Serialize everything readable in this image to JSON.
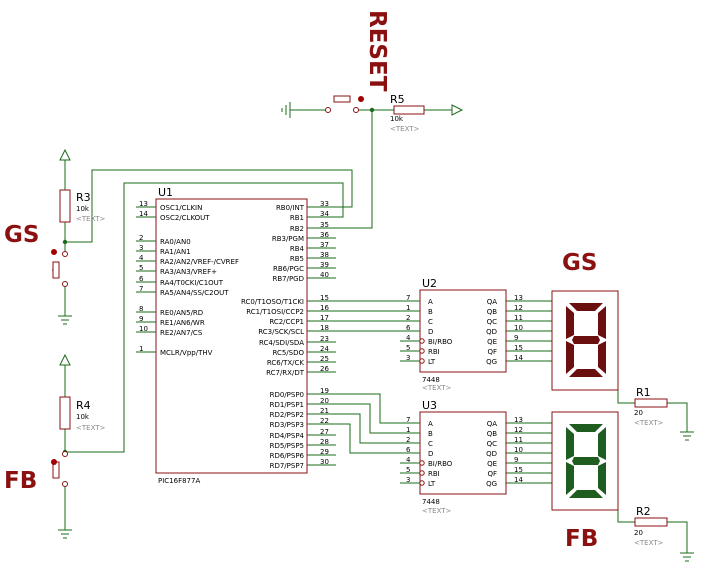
{
  "colors": {
    "wire": "#1a6b1a",
    "component": "#8b1010",
    "body_fill": "#ffffff",
    "text": "#000000",
    "placeholder": "#888888",
    "seg_gs_on": "#6b0f0f",
    "seg_fb_on": "#1f5c1f",
    "seg_case": "#ffffff"
  },
  "labels": {
    "reset": "RESET",
    "gs_left": "GS",
    "fb_left": "FB",
    "gs_display": "GS",
    "fb_display": "FB"
  },
  "u1": {
    "ref": "U1",
    "part": "PIC16F877A",
    "left_pins": [
      {
        "num": "13",
        "name": "OSC1/CLKIN"
      },
      {
        "num": "14",
        "name": "OSC2/CLKOUT"
      },
      {
        "num": "2",
        "name": "RA0/AN0"
      },
      {
        "num": "3",
        "name": "RA1/AN1"
      },
      {
        "num": "4",
        "name": "RA2/AN2/VREF-/CVREF"
      },
      {
        "num": "5",
        "name": "RA3/AN3/VREF+"
      },
      {
        "num": "6",
        "name": "RA4/T0CKI/C1OUT"
      },
      {
        "num": "7",
        "name": "RA5/AN4/SS/C2OUT"
      },
      {
        "num": "8",
        "name": "RE0/AN5/RD"
      },
      {
        "num": "9",
        "name": "RE1/AN6/WR"
      },
      {
        "num": "10",
        "name": "RE2/AN7/CS"
      },
      {
        "num": "1",
        "name": "MCLR/Vpp/THV"
      }
    ],
    "right_pins": [
      {
        "num": "33",
        "name": "RB0/INT"
      },
      {
        "num": "34",
        "name": "RB1"
      },
      {
        "num": "35",
        "name": "RB2"
      },
      {
        "num": "36",
        "name": "RB3/PGM"
      },
      {
        "num": "37",
        "name": "RB4"
      },
      {
        "num": "38",
        "name": "RB5"
      },
      {
        "num": "39",
        "name": "RB6/PGC"
      },
      {
        "num": "40",
        "name": "RB7/PGD"
      },
      {
        "num": "15",
        "name": "RC0/T1OSO/T1CKI"
      },
      {
        "num": "16",
        "name": "RC1/T1OSI/CCP2"
      },
      {
        "num": "17",
        "name": "RC2/CCP1"
      },
      {
        "num": "18",
        "name": "RC3/SCK/SCL"
      },
      {
        "num": "23",
        "name": "RC4/SDI/SDA"
      },
      {
        "num": "24",
        "name": "RC5/SDO"
      },
      {
        "num": "25",
        "name": "RC6/TX/CK"
      },
      {
        "num": "26",
        "name": "RC7/RX/DT"
      },
      {
        "num": "19",
        "name": "RD0/PSP0"
      },
      {
        "num": "20",
        "name": "RD1/PSP1"
      },
      {
        "num": "21",
        "name": "RD2/PSP2"
      },
      {
        "num": "22",
        "name": "RD3/PSP3"
      },
      {
        "num": "27",
        "name": "RD4/PSP4"
      },
      {
        "num": "28",
        "name": "RD5/PSP5"
      },
      {
        "num": "29",
        "name": "RD6/PSP6"
      },
      {
        "num": "30",
        "name": "RD7/PSP7"
      }
    ]
  },
  "decoders": [
    {
      "ref": "U2",
      "part": "7448",
      "placeholder": "<TEXT>",
      "left_pins": [
        {
          "num": "7",
          "name": "A"
        },
        {
          "num": "1",
          "name": "B"
        },
        {
          "num": "2",
          "name": "C"
        },
        {
          "num": "6",
          "name": "D"
        },
        {
          "num": "4",
          "name": "BI/RBO"
        },
        {
          "num": "5",
          "name": "RBI"
        },
        {
          "num": "3",
          "name": "LT"
        }
      ],
      "right_pins": [
        {
          "num": "13",
          "name": "QA"
        },
        {
          "num": "12",
          "name": "QB"
        },
        {
          "num": "11",
          "name": "QC"
        },
        {
          "num": "10",
          "name": "QD"
        },
        {
          "num": "9",
          "name": "QE"
        },
        {
          "num": "15",
          "name": "QF"
        },
        {
          "num": "14",
          "name": "QG"
        }
      ]
    },
    {
      "ref": "U3",
      "part": "7448",
      "placeholder": "<TEXT>",
      "left_pins": [
        {
          "num": "7",
          "name": "A"
        },
        {
          "num": "1",
          "name": "B"
        },
        {
          "num": "2",
          "name": "C"
        },
        {
          "num": "6",
          "name": "D"
        },
        {
          "num": "4",
          "name": "BI/RBO"
        },
        {
          "num": "5",
          "name": "RBI"
        },
        {
          "num": "3",
          "name": "LT"
        }
      ],
      "right_pins": [
        {
          "num": "13",
          "name": "QA"
        },
        {
          "num": "12",
          "name": "QB"
        },
        {
          "num": "11",
          "name": "QC"
        },
        {
          "num": "10",
          "name": "QD"
        },
        {
          "num": "9",
          "name": "QE"
        },
        {
          "num": "15",
          "name": "QF"
        },
        {
          "num": "14",
          "name": "QG"
        }
      ]
    }
  ],
  "resistors": {
    "r3": {
      "ref": "R3",
      "value": "10k",
      "placeholder": "<TEXT>"
    },
    "r4": {
      "ref": "R4",
      "value": "10k",
      "placeholder": "<TEXT>"
    },
    "r5": {
      "ref": "R5",
      "value": "10k",
      "placeholder": "<TEXT>"
    },
    "r1": {
      "ref": "R1",
      "value": "20",
      "placeholder": "<TEXT>"
    },
    "r2": {
      "ref": "R2",
      "value": "20",
      "placeholder": "<TEXT>"
    }
  },
  "displays": {
    "gs_digit": "8",
    "fb_digit": "8"
  }
}
